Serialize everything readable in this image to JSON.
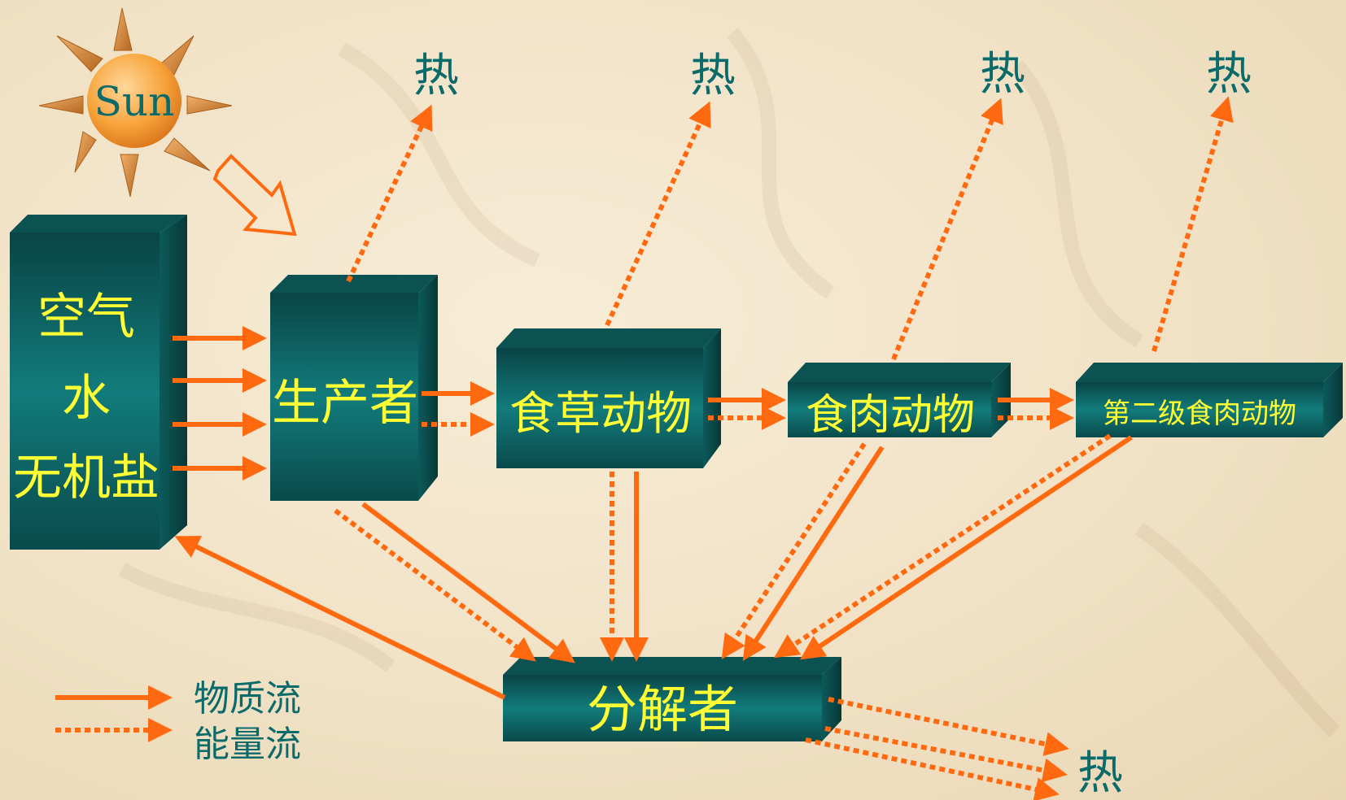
{
  "sun": {
    "label": "Sun"
  },
  "boxes": {
    "abiotic": {
      "line1": "空气",
      "line2": "水",
      "line3": "无机盐"
    },
    "producer": {
      "label": "生产者"
    },
    "herbivore": {
      "label": "食草动物"
    },
    "carnivore": {
      "label": "食肉动物"
    },
    "secondary_carnivore": {
      "label": "第二级食肉动物"
    },
    "decomposer": {
      "label": "分解者"
    }
  },
  "heat_labels": [
    "热",
    "热",
    "热",
    "热",
    "热"
  ],
  "legend": {
    "matter_flow": "物质流",
    "energy_flow": "能量流"
  },
  "colors": {
    "arrow": "#ff6a10",
    "box_face": "#0f6a6a",
    "box_top": "#0d4f50",
    "box_side": "#0a3e40",
    "box_text": "#ffff33",
    "heat_text": "#0b6a6a",
    "sun_body": "#f59a2a",
    "sun_text": "#0b6a6a"
  }
}
